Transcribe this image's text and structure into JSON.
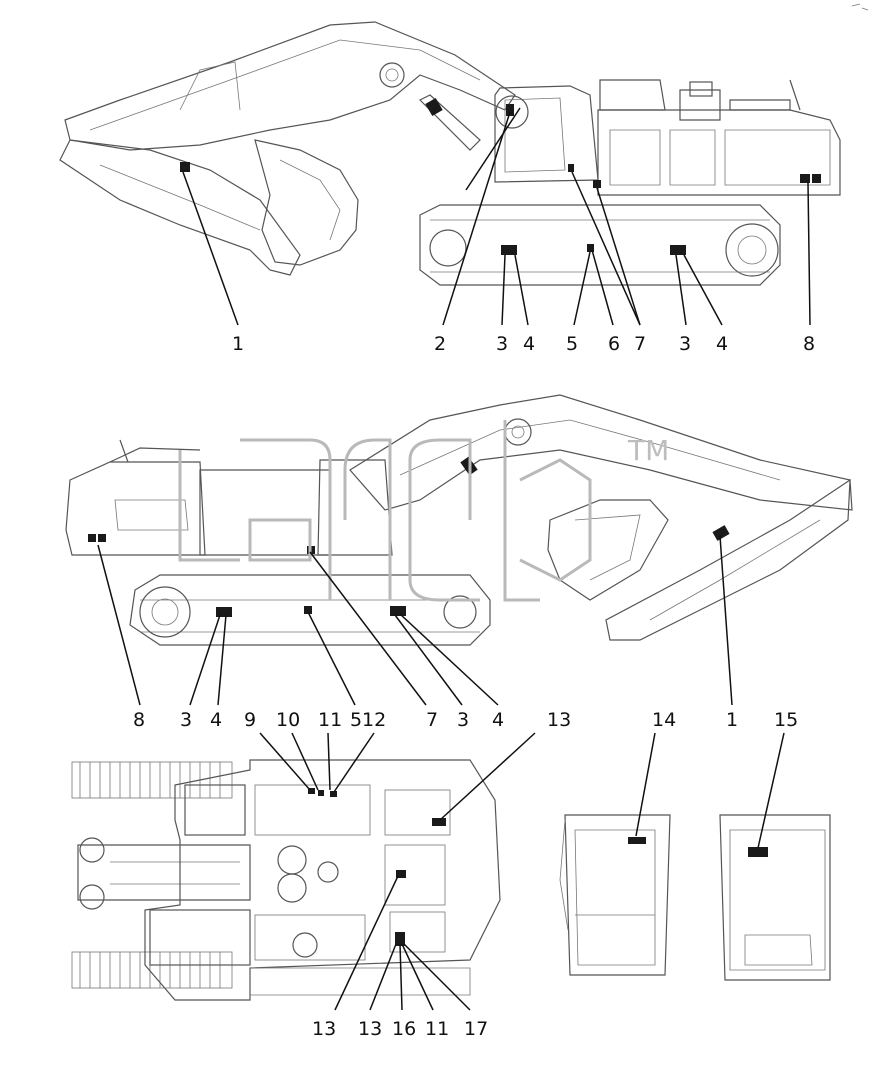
{
  "callouts": {
    "v1": [
      "1",
      "2",
      "3",
      "4",
      "5",
      "6",
      "7",
      "3",
      "4",
      "8"
    ],
    "v2": [
      "8",
      "3",
      "4",
      "5",
      "7",
      "3",
      "4",
      "1"
    ],
    "v3": [
      "9",
      "10",
      "11",
      "12",
      "13",
      "13",
      "13",
      "16",
      "11",
      "17",
      "14",
      "15"
    ]
  },
  "watermark": "TM"
}
